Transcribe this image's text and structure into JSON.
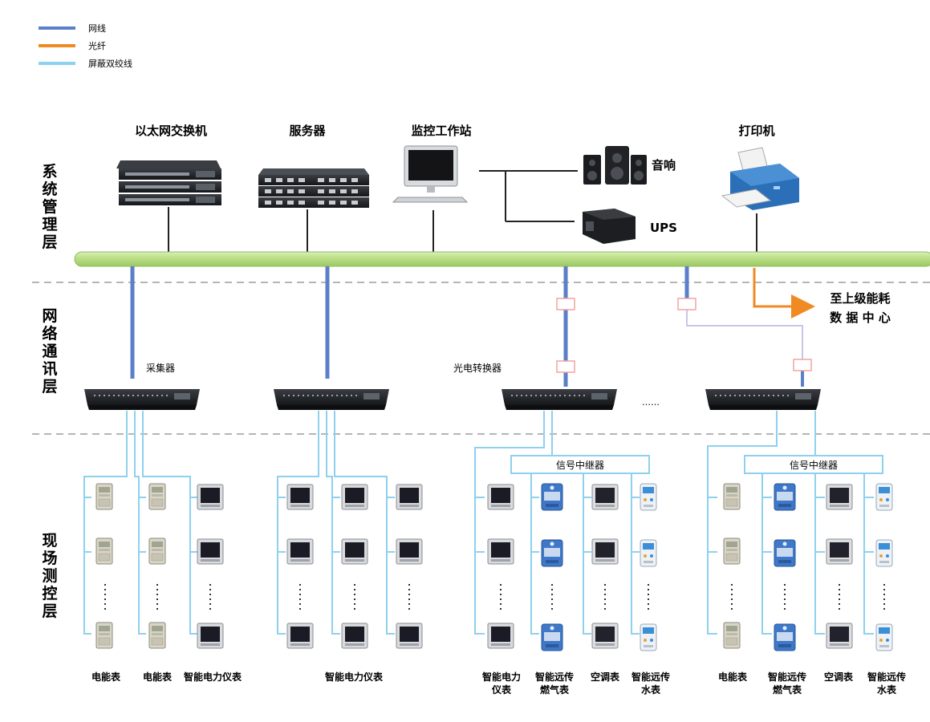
{
  "legend": [
    {
      "label": "网线",
      "color": "#5b7fc8"
    },
    {
      "label": "光纤",
      "color": "#f08a22"
    },
    {
      "label": "屏蔽双绞线",
      "color": "#8ed1ee"
    }
  ],
  "colors": {
    "bus": "#bfe08e",
    "divider": "#b5b5b5",
    "text": "#111111"
  },
  "layers": {
    "system": [
      "系",
      "统",
      "管",
      "理",
      "层"
    ],
    "network": [
      "网",
      "络",
      "通",
      "讯",
      "层"
    ],
    "field": [
      "现",
      "场",
      "测",
      "控",
      "层"
    ]
  },
  "system_devices": {
    "switch": "以太网交换机",
    "server": "服务器",
    "workstation": "监控工作站",
    "speaker": "音响",
    "ups": "UPS",
    "printer": "打印机"
  },
  "upper_center": {
    "line1": "至上级能耗",
    "line2": "数 据 中 心"
  },
  "network_labels": {
    "collector": "采集器",
    "converter": "光电转换器",
    "more": "……"
  },
  "repeaters": [
    "信号中继器",
    "信号中继器"
  ],
  "columns": {
    "g1": {
      "c1": "电能表",
      "c2": "电能表",
      "c3": "智能电力仪表"
    },
    "g2": {
      "c1": "智能电力仪表"
    },
    "g3": {
      "c1a": "智能电力",
      "c1b": "仪表",
      "c2a": "智能远传",
      "c2b": "燃气表",
      "c3": "空调表",
      "c4a": "智能远传",
      "c4b": "水表"
    },
    "g4": {
      "c1": "电能表",
      "c2a": "智能远传",
      "c2b": "燃气表",
      "c3": "空调表",
      "c4a": "智能远传",
      "c4b": "水表"
    }
  }
}
